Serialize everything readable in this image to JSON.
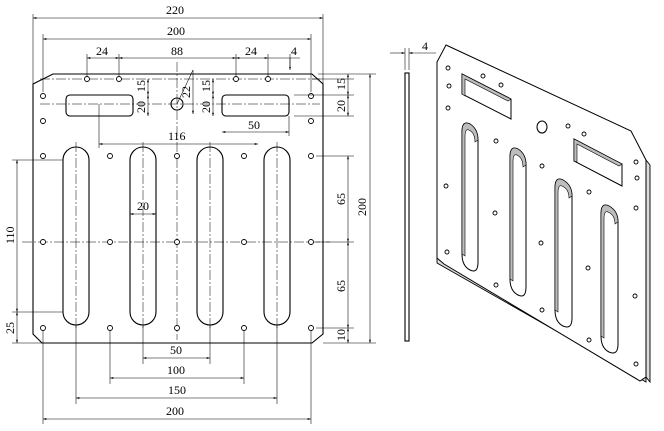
{
  "front_view": {
    "dimensions": {
      "overall_width": "220",
      "inner_width_top": "200",
      "window_offset_left": "24",
      "center_offset": "88",
      "window_offset_right": "24",
      "corner_offset": "4",
      "hole_row_top": "15",
      "window_height": "20",
      "center_hole_dia": "22",
      "window_row_right_top": "15",
      "window_height_right": "20",
      "window_length": "116",
      "window_length_right": "50",
      "slot_width": "20",
      "pitch_upper": "65",
      "pitch_lower": "65",
      "overall_height": "200",
      "slot_span_left": "110",
      "bottom_edge_left": "25",
      "bottom_edge_right": "10",
      "spacing_50": "50",
      "spacing_100": "100",
      "spacing_150": "150",
      "inner_width_bottom": "200"
    }
  },
  "side_view": {
    "thickness": "4"
  },
  "isometric_view": {}
}
